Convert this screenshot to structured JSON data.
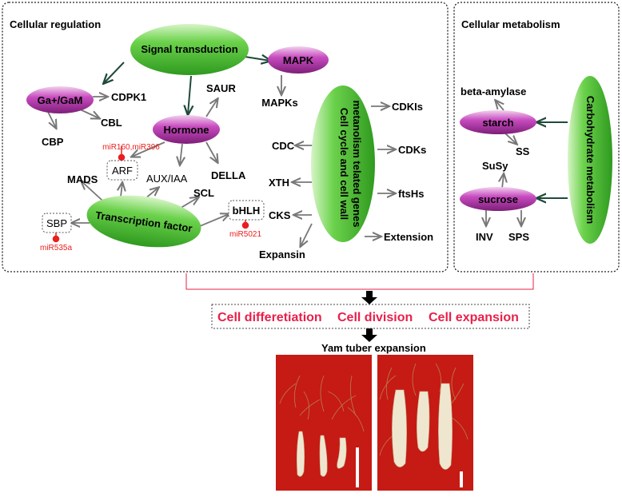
{
  "panels": {
    "left_title": "Cellular regulation",
    "right_title": "Cellular metabolism"
  },
  "nodes": {
    "signal": "Signal transduction",
    "mapk": "MAPK",
    "mapks": "MAPKs",
    "gagam": "Ga+/GaM",
    "cdpk1": "CDPK1",
    "cbl": "CBL",
    "cbp": "CBP",
    "saur": "SAUR",
    "hormone": "Hormone",
    "mir160": "miR160,miR396",
    "arf": "ARF",
    "auxiaa": "AUX/IAA",
    "della": "DELLA",
    "mads": "MADS",
    "scl": "SCL",
    "bhlh": "bHLH",
    "mir5021": "miR5021",
    "sbp": "SBP",
    "mir535a": "miR535a",
    "tf": "Transcription factor",
    "cellcycle_line1": "Cell cycle and cell wall",
    "cellcycle_line2": "metanolism telated genes",
    "cdkis": "CDKIs",
    "cdc": "CDC",
    "cdks": "CDKs",
    "xth": "XTH",
    "ftshs": "ftsHs",
    "cks": "CKS",
    "extension": "Extension",
    "expansin": "Expansin",
    "beta_amylase": "beta-amylase",
    "starch": "starch",
    "ss": "SS",
    "susy": "SuSy",
    "sucrose": "sucrose",
    "inv": "INV",
    "sps": "SPS",
    "carb": "Carbohydrate metabolism"
  },
  "outcomes": {
    "diff": "Cell differetiation",
    "division": "Cell division",
    "expansion": "Cell expansion"
  },
  "photo_title": "Yam tuber expansion",
  "colors": {
    "green": "#3cab2a",
    "magenta": "#a0289a",
    "red_text": "#e8201e",
    "pink_text": "#e8204a",
    "photo_bg": "#c61a14"
  }
}
